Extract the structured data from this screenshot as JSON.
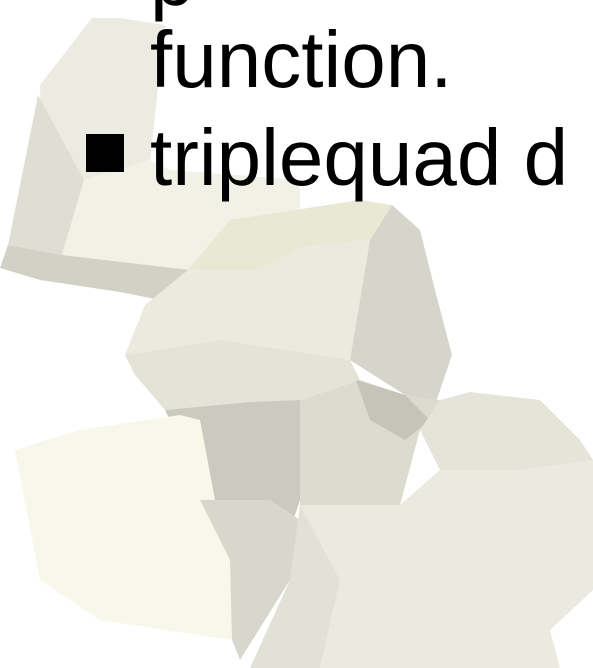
{
  "slide": {
    "lines": {
      "top_clipped": "p",
      "first": "function.",
      "second": "triplequad d"
    },
    "bullet_icon": "square-bullet-icon",
    "colors": {
      "text": "#000000",
      "background": "#ffffff"
    }
  }
}
